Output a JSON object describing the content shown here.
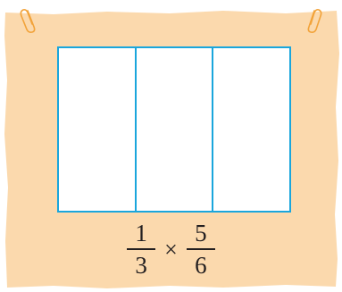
{
  "diagram": {
    "paper_color": "#fbd9ad",
    "grid_line_color": "#1aa6dc",
    "clip_color": "#f2a33a",
    "columns": 3,
    "fraction_left": {
      "numerator": "1",
      "denominator": "3"
    },
    "operator": "×",
    "fraction_right": {
      "numerator": "5",
      "denominator": "6"
    }
  }
}
